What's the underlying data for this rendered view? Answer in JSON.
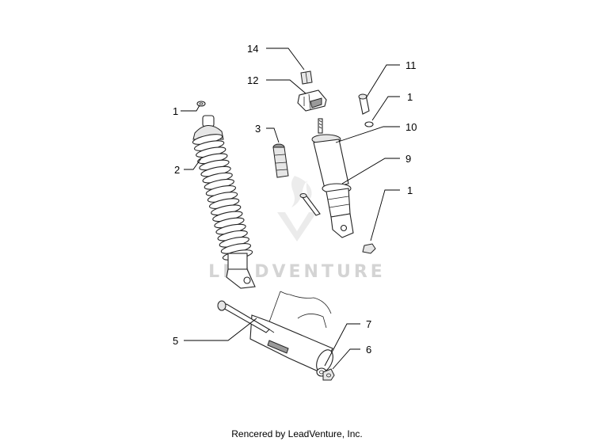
{
  "diagram": {
    "callouts": {
      "c14": "14",
      "c12": "12",
      "c11": "11",
      "c1a": "1",
      "c1b": "1",
      "c1c": "1",
      "c10": "10",
      "c3": "3",
      "c2": "2",
      "c9": "9",
      "c5": "5",
      "c7": "7",
      "c6": "6"
    }
  },
  "watermark": {
    "text": "LEADVENTURE"
  },
  "footer": {
    "credit": "Rencered by LeadVenture, Inc."
  }
}
